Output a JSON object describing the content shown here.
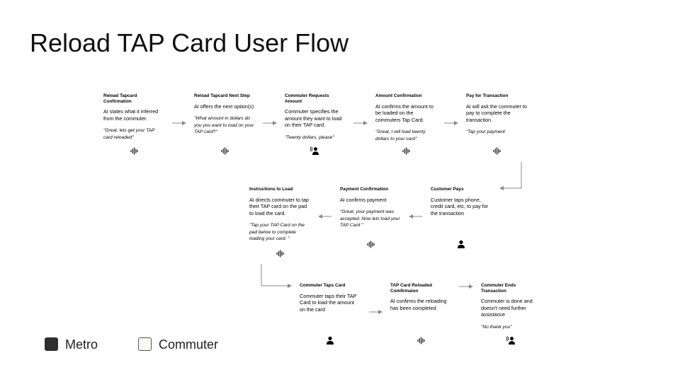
{
  "title": "Reload TAP Card User Flow",
  "cards": [
    {
      "id": "c1",
      "style": "dark",
      "title": "Reload Tapcard Confirmation",
      "body": "AI states what it inferred from the commuter.",
      "quote": "\"Great, lets get your TAP card reloaded\"",
      "icon": "voice-waveform-icon"
    },
    {
      "id": "c2",
      "style": "dark",
      "title": "Reload Tapcard Next Step",
      "body": "AI offers the next option(s)",
      "quote": "\"What amount in dollars do you you want to load on your TAP card?\"",
      "icon": "voice-waveform-icon"
    },
    {
      "id": "c3",
      "style": "light",
      "title": "Commuter Requests Amount",
      "body": "Commuter specifies the amount they want to load on their TAP card.",
      "quote": "\"Twenty dollars, please\"",
      "icon": "person-speaking-icon"
    },
    {
      "id": "c4",
      "style": "dark",
      "title": "Amount Confirmation",
      "body": "AI confirms the amount to be loaded on the commuters Tap Card.",
      "quote": "\"Great, I will load twenty dollars to your card\"",
      "icon": "voice-waveform-icon"
    },
    {
      "id": "c5",
      "style": "dark",
      "title": "Pay for Transaction",
      "body": "AI will ask the commuter to pay to complete the transaction.",
      "quote": "\"Tap your payment",
      "icon": "voice-waveform-icon"
    },
    {
      "id": "c6",
      "style": "light",
      "title": "Customer Pays",
      "body": "Customer taps phone, credit card, etc, to pay for the transaction",
      "quote": "",
      "icon": "person-icon"
    },
    {
      "id": "c7",
      "style": "dark",
      "title": "Payment Confirmation",
      "body": "AI confirms payment",
      "quote": "\"Great, your payment was accepted. Now lets load your TAP Card \"",
      "icon": "voice-waveform-icon"
    },
    {
      "id": "c8",
      "style": "dark",
      "title": "Instructions to Load",
      "body": "AI directs commuter to tap their TAP card on the pad to load the card.",
      "quote": "\"Tap your TAP Card on the pad below to complete loading your card.  \"",
      "icon": "voice-waveform-icon"
    },
    {
      "id": "c9",
      "style": "light",
      "title": "Commuter Taps Card",
      "body": "Commuter taps their TAP Card to load the amount on the card",
      "quote": "",
      "icon": "person-icon"
    },
    {
      "id": "c10",
      "style": "dark",
      "title": "TAP Card Reloaded Comfirmaion",
      "body": "AI confirms the reloading has been completed",
      "quote": "",
      "icon": "voice-waveform-icon"
    },
    {
      "id": "c11",
      "style": "light",
      "title": "Commuter Ends Transaction",
      "body": "Commuter is done and doesn't need further assistance",
      "quote": "\"No thank you\"",
      "icon": "person-speaking-icon"
    }
  ],
  "icon_glyphs": {
    "voice-waveform-icon": "‖|‖",
    "person-icon": "",
    "person-speaking-icon": ""
  },
  "legend": [
    {
      "style": "dark",
      "label": "Metro"
    },
    {
      "style": "light",
      "label": "Commuter"
    }
  ],
  "colors": {
    "metro": "#2f2f2f",
    "commuter": "#fbf8f2",
    "connector": "#888888"
  }
}
